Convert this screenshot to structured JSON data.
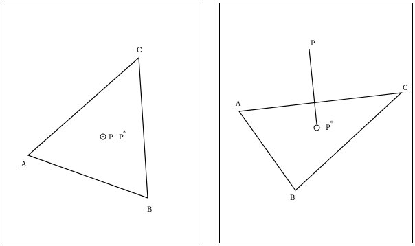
{
  "left_panel": {
    "label_a": "A",
    "label_b": "B",
    "label_c": "C",
    "label_p": "P",
    "label_p_star": "P",
    "label_p_star_sup": "*"
  },
  "right_panel": {
    "label_a": "A",
    "label_b": "B",
    "label_c": "C",
    "label_p": "P",
    "label_p_star": "P",
    "label_p_star_sup": "*"
  }
}
